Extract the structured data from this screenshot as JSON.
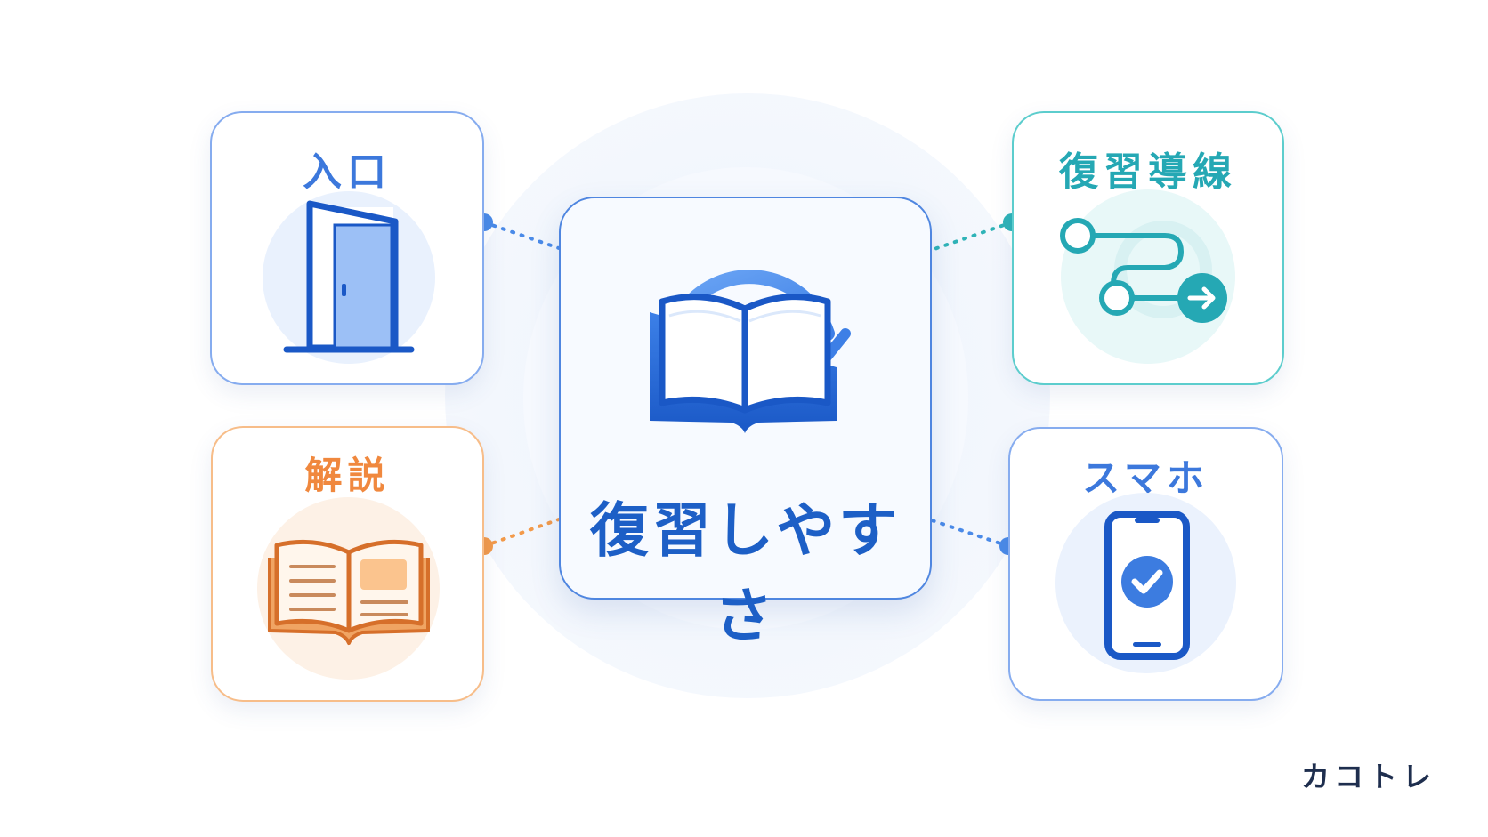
{
  "center": {
    "title": "復習しやすさ",
    "icon": "book-review-icon"
  },
  "nodes": {
    "entrance": {
      "label": "入口",
      "icon": "door-icon",
      "color": "#3c78dc"
    },
    "route": {
      "label": "復習導線",
      "icon": "route-path-icon",
      "color": "#25a8b4"
    },
    "explanation": {
      "label": "解説",
      "icon": "open-book-icon",
      "color": "#f0883e"
    },
    "smartphone": {
      "label": "スマホ",
      "icon": "smartphone-check-icon",
      "color": "#3c78dc"
    }
  },
  "brand": {
    "name": "カコトレ"
  },
  "colors": {
    "primary": "#1d5fc6",
    "blue": "#3c78dc",
    "teal": "#25a8b4",
    "orange": "#f0883e",
    "dark": "#1e2e4e"
  }
}
